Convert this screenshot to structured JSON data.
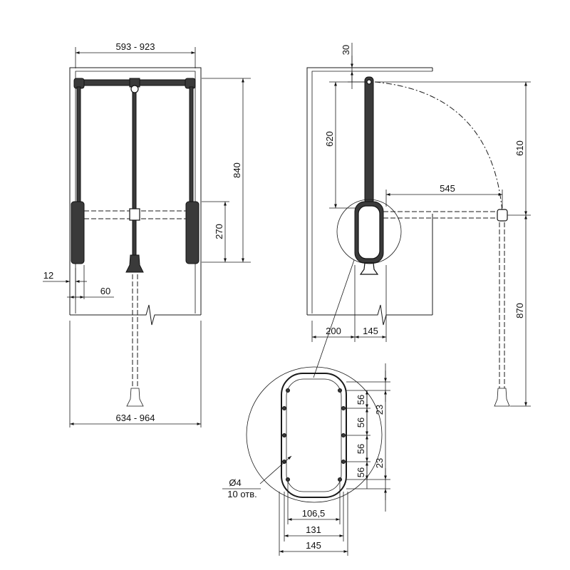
{
  "front_view": {
    "width_top": "593 - 923",
    "height": "840",
    "rod_drop": "270",
    "offset_small": "12",
    "offset_side": "60",
    "width_bottom": "634 - 964"
  },
  "side_view": {
    "top_gap": "30",
    "arm_length": "620",
    "swing_height": "610",
    "reach": "545",
    "lower_drop": "870",
    "depth_a": "200",
    "depth_b": "145"
  },
  "detail": {
    "pitch_1": "56",
    "pitch_2": "56",
    "pitch_3": "56",
    "pitch_4": "56",
    "edge_top": "23",
    "edge_bottom": "23",
    "hole_diameter": "Ø4",
    "hole_count": "10 отв.",
    "inner_width": "106,5",
    "mid_width": "131",
    "outer_width": "145"
  }
}
